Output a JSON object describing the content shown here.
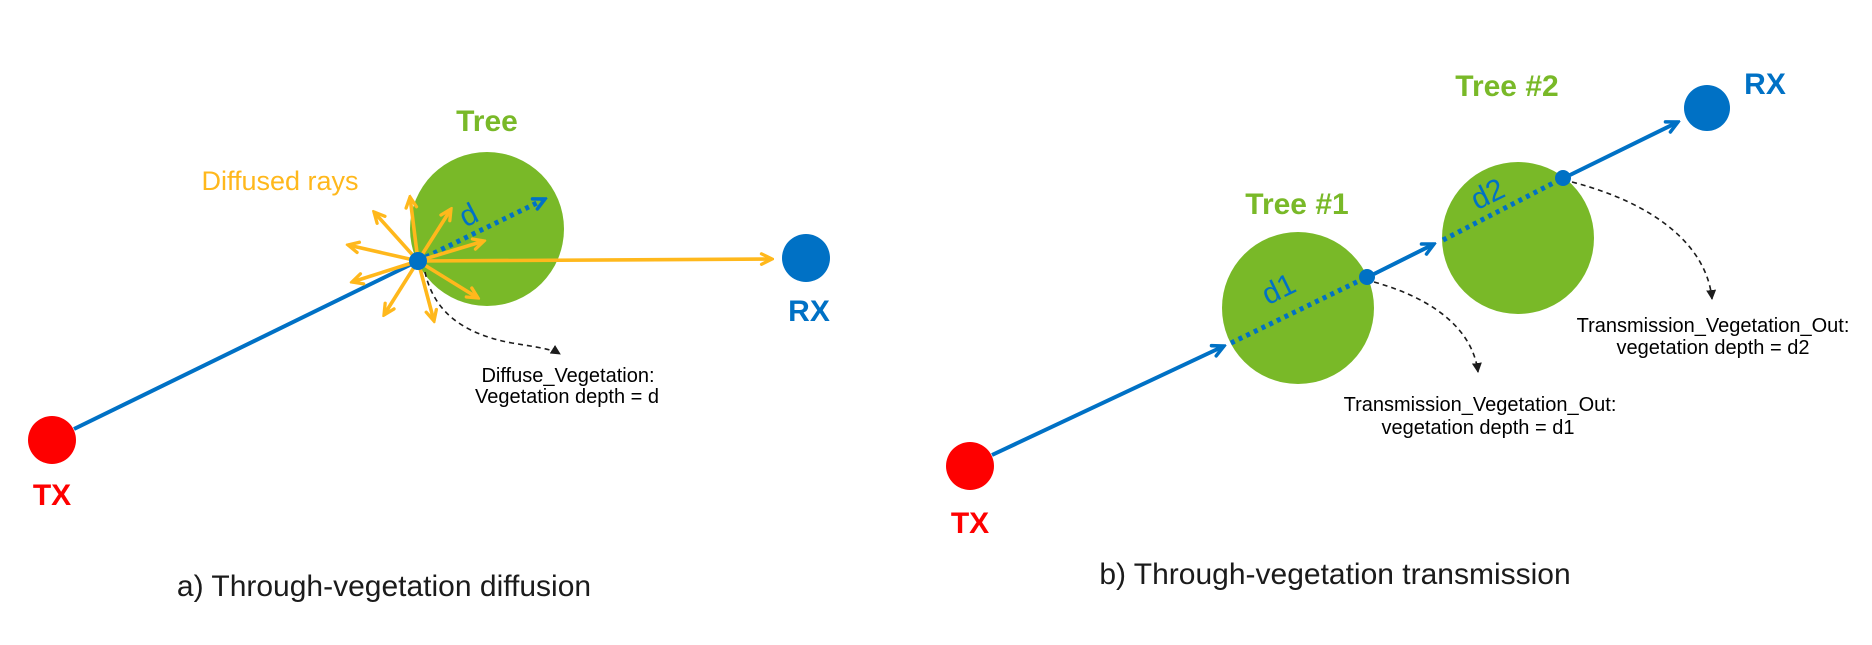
{
  "colors": {
    "green": "#79B928",
    "blue": "#0071C5",
    "red": "#FE0000",
    "yellow": "#FFB81C",
    "bg": "#FFFFFF"
  },
  "panel_a": {
    "caption": "a) Through-vegetation diffusion",
    "tx_label": "TX",
    "rx_label": "RX",
    "tree_label": "Tree",
    "diffused_rays_label": "Diffused rays",
    "depth_label": "d",
    "annotation_line1": "Diffuse_Vegetation:",
    "annotation_line2": "Vegetation depth = d"
  },
  "panel_b": {
    "caption": "b) Through-vegetation transmission",
    "tx_label": "TX",
    "rx_label": "RX",
    "tree1_label": "Tree #1",
    "tree2_label": "Tree #2",
    "depth1_label": "d1",
    "depth2_label": "d2",
    "annotation1_line1": "Transmission_Vegetation_Out:",
    "annotation1_line2": "vegetation depth = d1",
    "annotation2_line1": "Transmission_Vegetation_Out:",
    "annotation2_line2": "vegetation depth = d2"
  }
}
